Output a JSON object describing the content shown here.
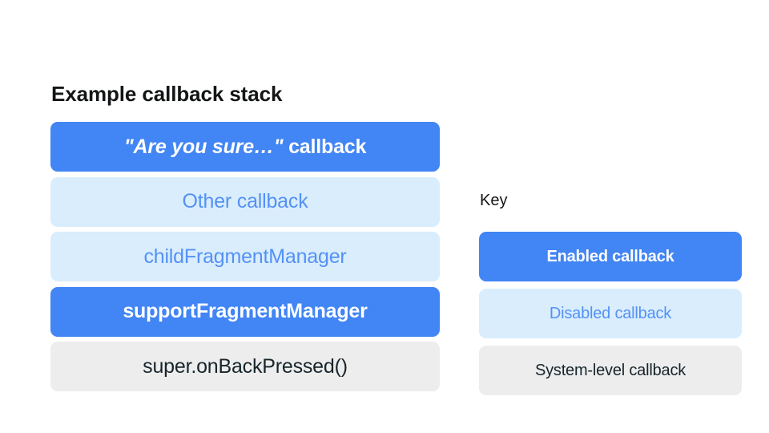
{
  "colors": {
    "background": "#ffffff",
    "enabled_fill": "#4285f4",
    "enabled_text": "#ffffff",
    "disabled_fill": "#d9edfd",
    "disabled_text": "#5491f5",
    "system_fill": "#ededed",
    "system_text": "#17252b",
    "heading_text": "#131516"
  },
  "stack": {
    "title": "Example callback stack",
    "rows": [
      {
        "label": "\"Are you sure…\" callback",
        "quoted_part": "\"Are you sure…\"",
        "plain_part": " callback",
        "state": "enabled"
      },
      {
        "label": "Other callback",
        "state": "disabled"
      },
      {
        "label": "childFragmentManager",
        "state": "disabled"
      },
      {
        "label": "supportFragmentManager",
        "state": "enabled"
      },
      {
        "label": "super.onBackPressed()",
        "state": "system"
      }
    ]
  },
  "key": {
    "title": "Key",
    "items": [
      {
        "label": "Enabled callback",
        "state": "enabled"
      },
      {
        "label": "Disabled callback",
        "state": "disabled"
      },
      {
        "label": "System-level callback",
        "state": "system"
      }
    ]
  }
}
